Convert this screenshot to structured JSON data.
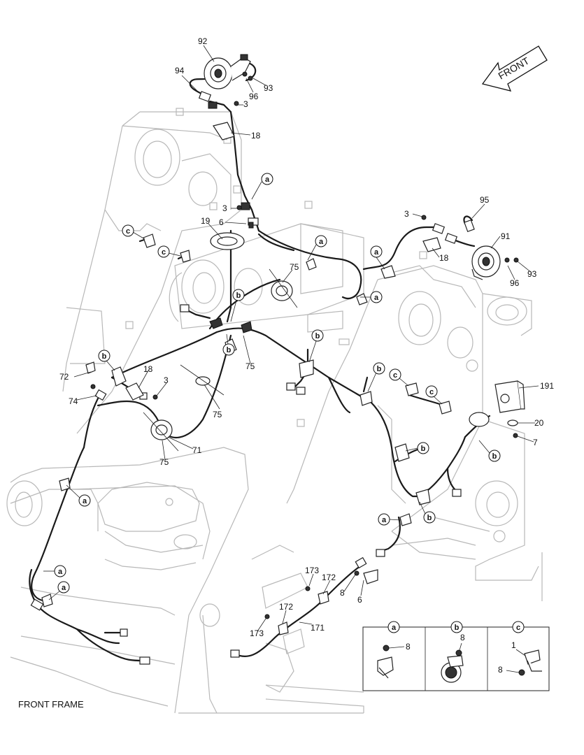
{
  "caption": "FRONT FRAME",
  "front_arrow_label": "FRONT",
  "callouts": [
    {
      "id": "c92",
      "text": "92"
    },
    {
      "id": "c94",
      "text": "94"
    },
    {
      "id": "c96a",
      "text": "96"
    },
    {
      "id": "c93a",
      "text": "93"
    },
    {
      "id": "c3a",
      "text": "3"
    },
    {
      "id": "c18a",
      "text": "18"
    },
    {
      "id": "c3b",
      "text": "3"
    },
    {
      "id": "c6a",
      "text": "6"
    },
    {
      "id": "c19",
      "text": "19"
    },
    {
      "id": "c3c",
      "text": "3"
    },
    {
      "id": "c95",
      "text": "95"
    },
    {
      "id": "c91",
      "text": "91"
    },
    {
      "id": "c18b",
      "text": "18"
    },
    {
      "id": "c96b",
      "text": "96"
    },
    {
      "id": "c93b",
      "text": "93"
    },
    {
      "id": "c75a",
      "text": "75"
    },
    {
      "id": "c75b",
      "text": "75"
    },
    {
      "id": "c72",
      "text": "72"
    },
    {
      "id": "c18c",
      "text": "18"
    },
    {
      "id": "c3d",
      "text": "3"
    },
    {
      "id": "c74",
      "text": "74"
    },
    {
      "id": "c75c",
      "text": "75"
    },
    {
      "id": "c71",
      "text": "71"
    },
    {
      "id": "c75d",
      "text": "75"
    },
    {
      "id": "c191",
      "text": "191"
    },
    {
      "id": "c20",
      "text": "20"
    },
    {
      "id": "c7",
      "text": "7"
    },
    {
      "id": "c173a",
      "text": "173"
    },
    {
      "id": "c172a",
      "text": "172"
    },
    {
      "id": "c8",
      "text": "8"
    },
    {
      "id": "c6b",
      "text": "6"
    },
    {
      "id": "c172b",
      "text": "172"
    },
    {
      "id": "c171",
      "text": "171"
    },
    {
      "id": "c173b",
      "text": "173"
    }
  ],
  "circle_labels": {
    "a": "a",
    "b": "b",
    "c": "c"
  },
  "legend": {
    "panels": [
      {
        "key": "a",
        "items": [
          "8"
        ]
      },
      {
        "key": "b",
        "items": [
          "8"
        ]
      },
      {
        "key": "c",
        "items": [
          "1",
          "8"
        ]
      }
    ]
  }
}
